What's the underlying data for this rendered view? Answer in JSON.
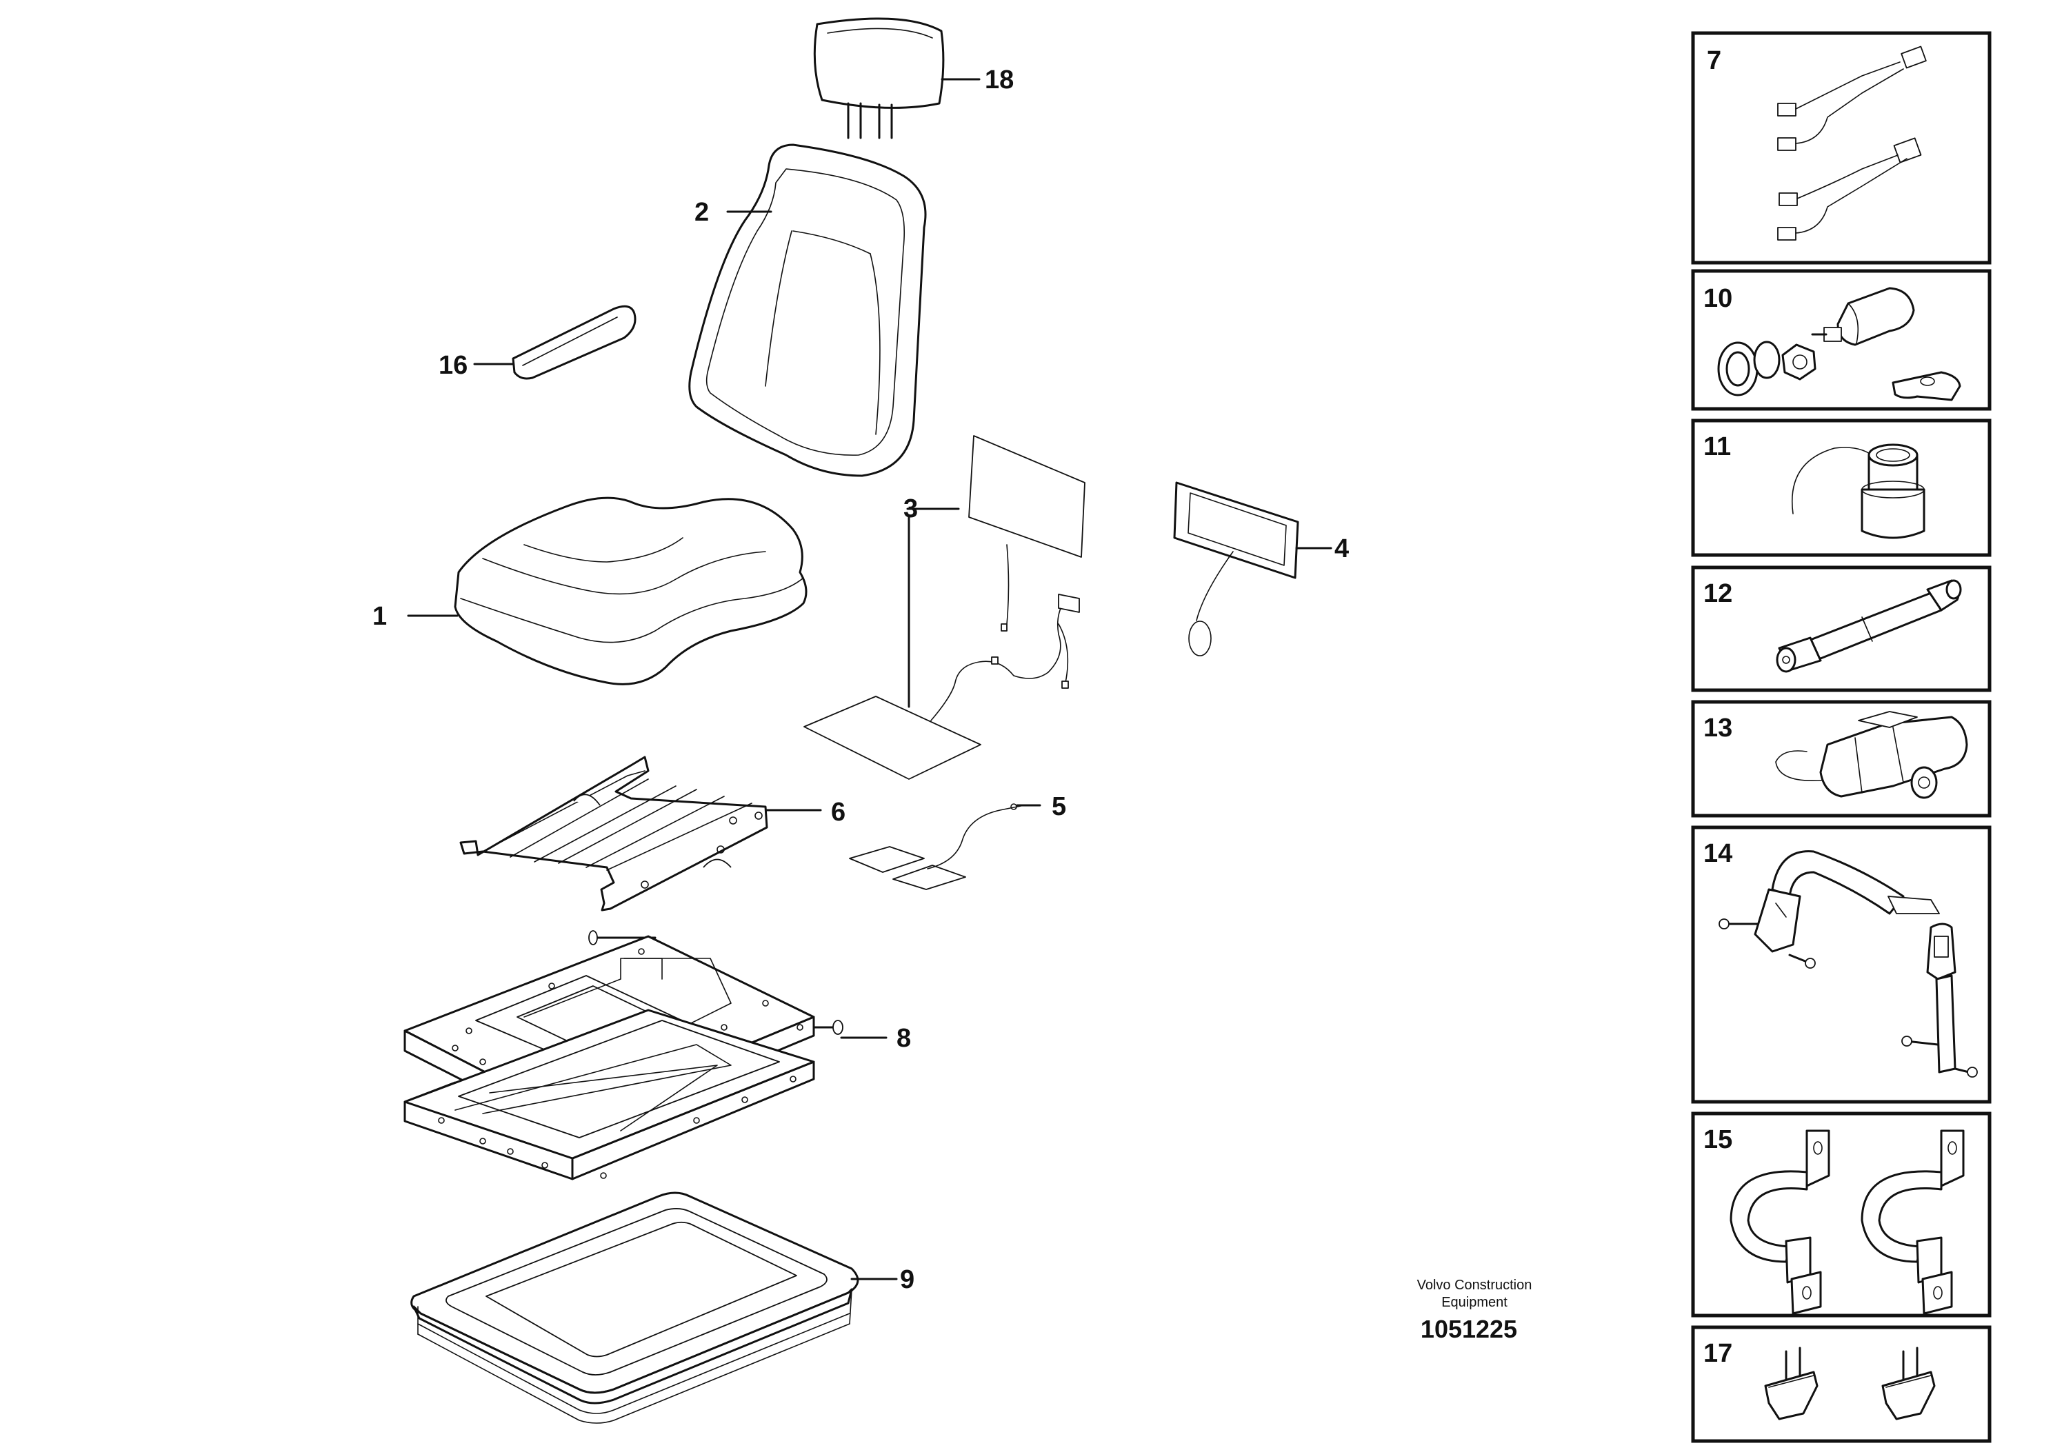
{
  "callouts": {
    "c1": "1",
    "c2": "2",
    "c3": "3",
    "c4": "4",
    "c5": "5",
    "c6": "6",
    "c8": "8",
    "c9": "9",
    "c16": "16",
    "c18": "18"
  },
  "panels": [
    {
      "label": "7"
    },
    {
      "label": "10"
    },
    {
      "label": "11"
    },
    {
      "label": "12"
    },
    {
      "label": "13"
    },
    {
      "label": "14"
    },
    {
      "label": "15"
    },
    {
      "label": "17"
    }
  ],
  "credit": {
    "line1": "Volvo Construction",
    "line2": "Equipment",
    "part_number": "1051225"
  }
}
